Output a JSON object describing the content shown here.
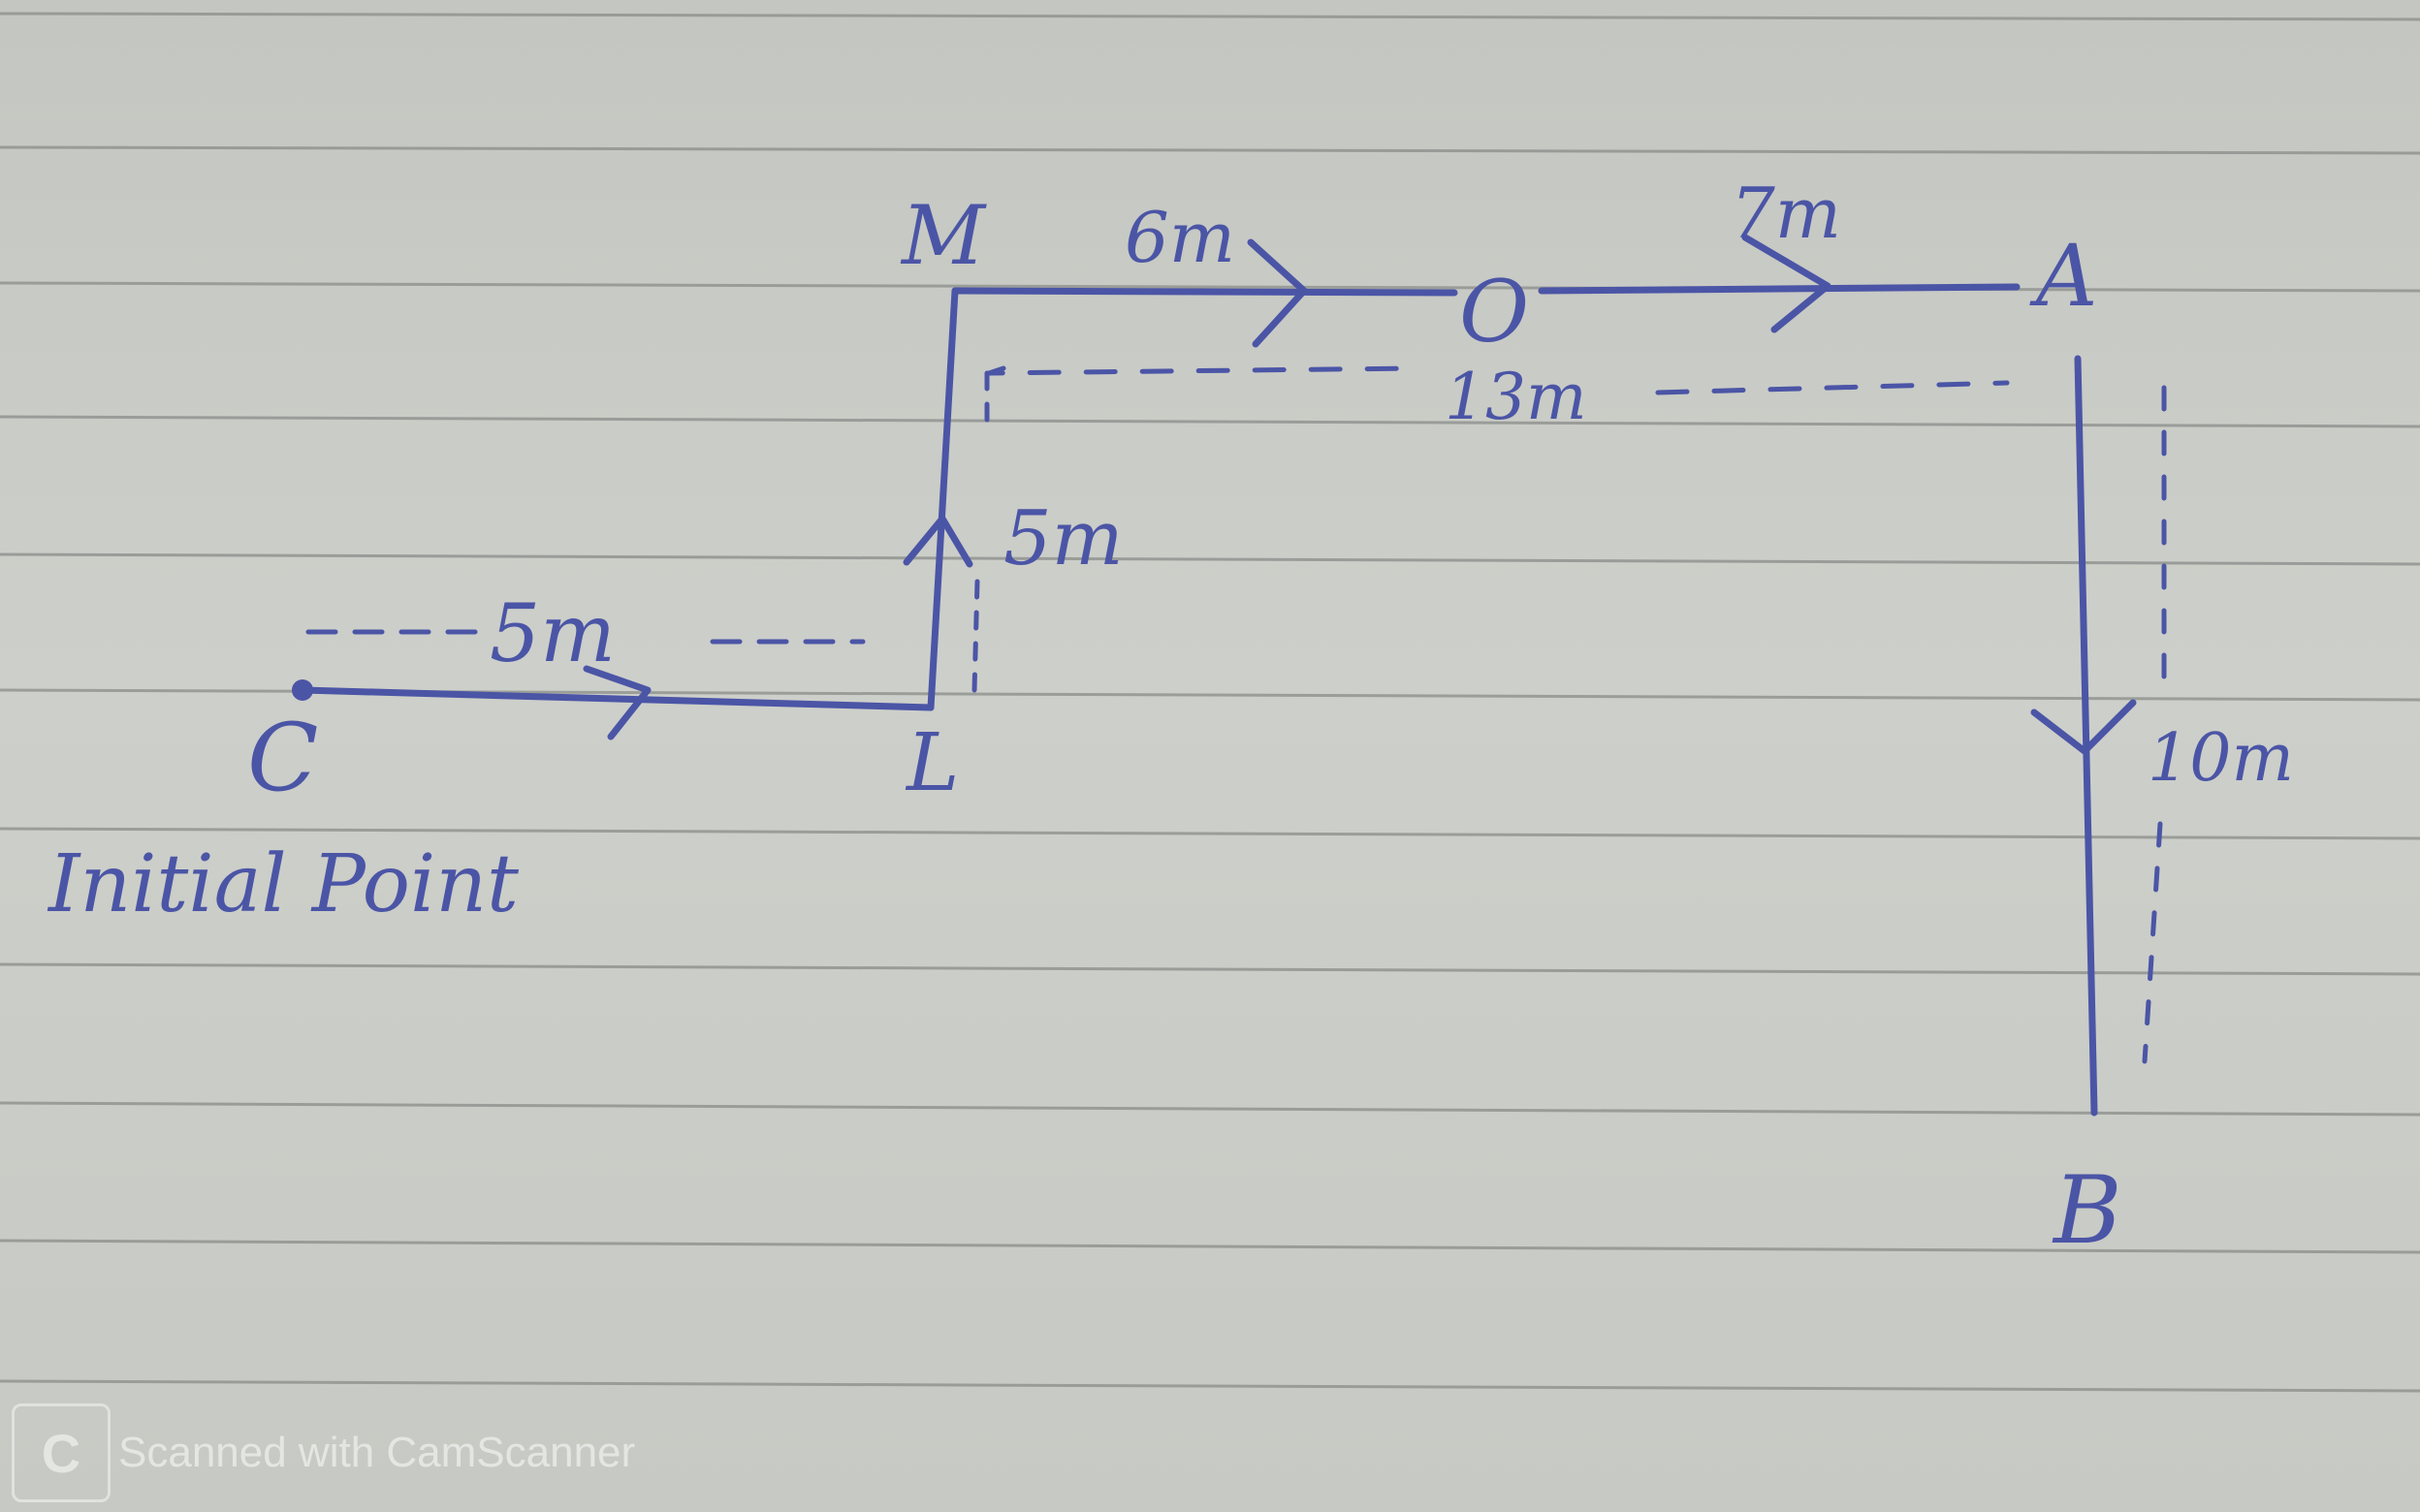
{
  "points": {
    "C": "C",
    "L": "L",
    "M": "M",
    "O": "O",
    "A": "A",
    "B": "B"
  },
  "labels": {
    "initial_point": "Initial Point",
    "CL_top": "5m",
    "LM": "5m",
    "MO": "6m",
    "OA": "7m",
    "MA_total": "13m",
    "AB": "10m"
  },
  "watermark": {
    "logo": "C",
    "text": "Scanned with CamScanner"
  },
  "colors": {
    "ink": "#4b55a6",
    "paper": "#c9cbc6",
    "rule_lines": "#8f918e"
  }
}
